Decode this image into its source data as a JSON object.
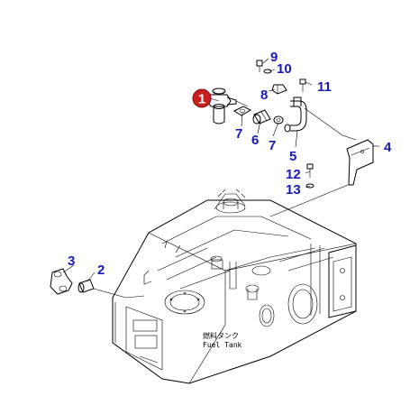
{
  "diagram": {
    "callouts": [
      {
        "id": "1",
        "label": "1",
        "highlighted": true
      },
      {
        "id": "2",
        "label": "2"
      },
      {
        "id": "3",
        "label": "3"
      },
      {
        "id": "4",
        "label": "4"
      },
      {
        "id": "5",
        "label": "5"
      },
      {
        "id": "6",
        "label": "6"
      },
      {
        "id": "7a",
        "label": "7"
      },
      {
        "id": "7b",
        "label": "7"
      },
      {
        "id": "8",
        "label": "8"
      },
      {
        "id": "9",
        "label": "9"
      },
      {
        "id": "10",
        "label": "10"
      },
      {
        "id": "11",
        "label": "11"
      },
      {
        "id": "12",
        "label": "12"
      },
      {
        "id": "13",
        "label": "13"
      }
    ],
    "tank_label_jp": "燃料タンク",
    "tank_label_en": "Fuel Tank",
    "colors": {
      "callout": "#1a1ab4",
      "highlight": "#c81e1e",
      "line": "#000000"
    }
  }
}
